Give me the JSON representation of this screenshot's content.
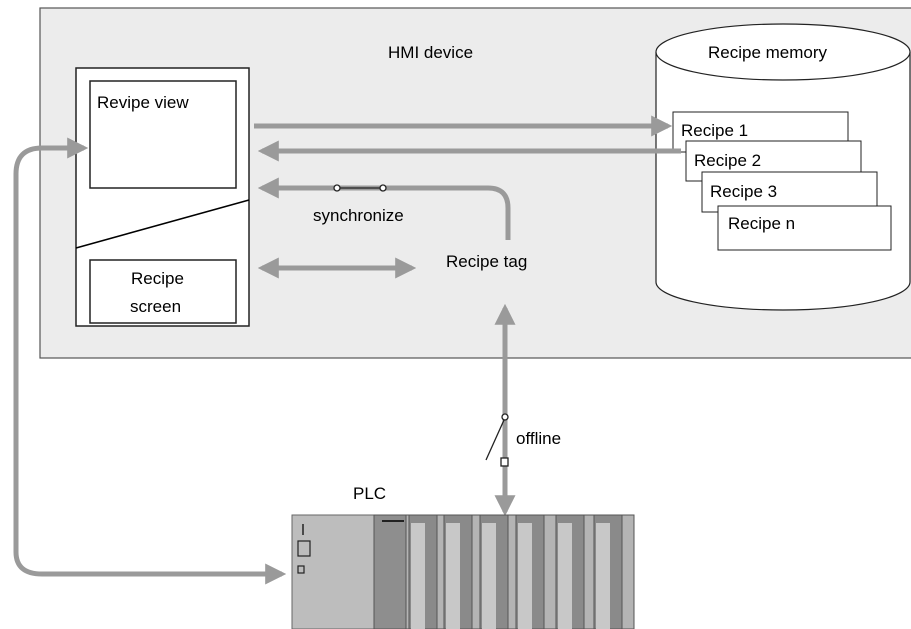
{
  "hmi_device": {
    "label": "HMI device"
  },
  "recipe_memory": {
    "label": "Recipe memory",
    "recipes": [
      "Recipe 1",
      "Recipe 2",
      "Recipe 3",
      "Recipe n"
    ]
  },
  "recipe_view": {
    "label": "Revipe view"
  },
  "recipe_screen": {
    "line1": "Recipe",
    "line2": "screen"
  },
  "recipe_tag": {
    "label": "Recipe tag"
  },
  "synchronize": {
    "label": "synchronize"
  },
  "offline": {
    "label": "offline"
  },
  "plc": {
    "label": "PLC"
  },
  "colors": {
    "hmi_background": "#ececec",
    "arrow": "#9a9a9a",
    "plc_body": "#b4b4b4",
    "plc_module": "#7a7a7a"
  }
}
